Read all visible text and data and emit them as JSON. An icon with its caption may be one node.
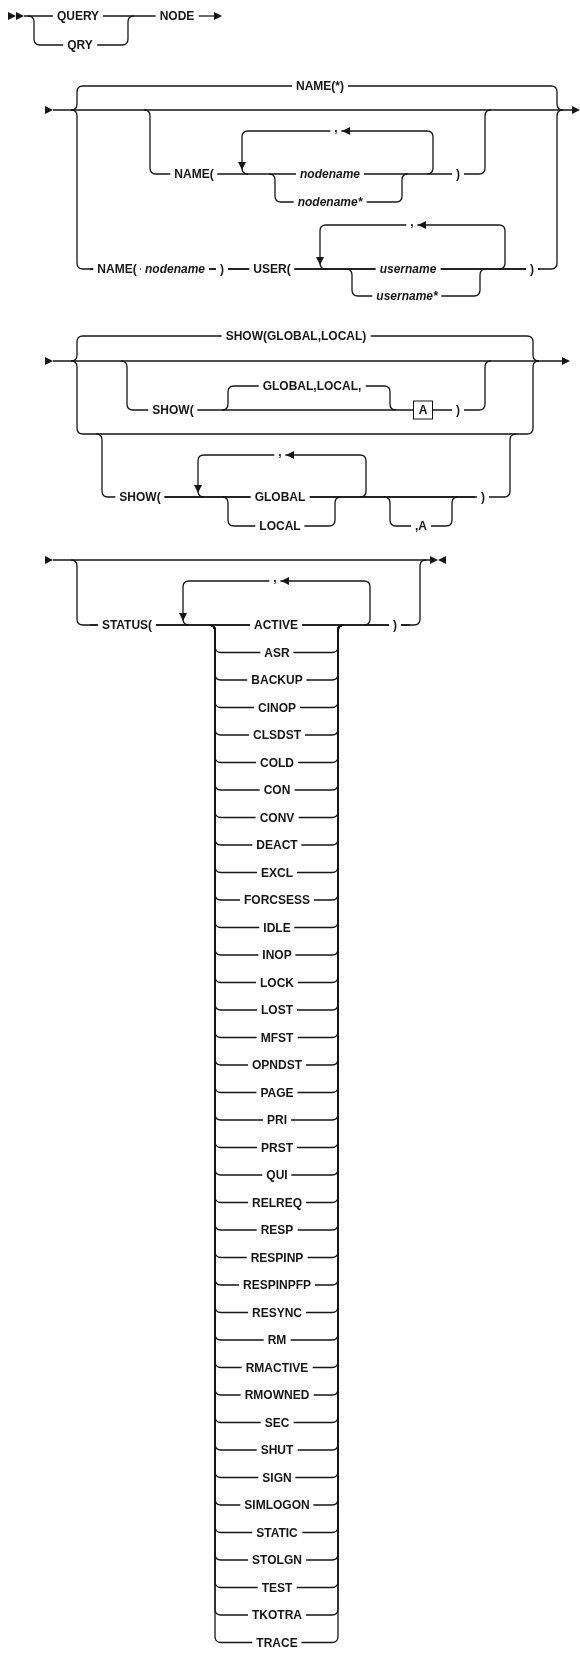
{
  "diagram": {
    "nodes": [
      {
        "text": [
          "A"
        ]
      }
    ],
    "labels": [
      "QUERY",
      "NODE",
      "QRY",
      "NAME(*)",
      ",",
      "NAME(",
      "nodename",
      ")",
      "nodename*",
      ",",
      "NAME(",
      "nodename",
      ")",
      "USER(",
      "username",
      ")",
      "username*",
      "SHOW(GLOBAL,LOCAL)",
      "GLOBAL,LOCAL,",
      "SHOW(",
      ")",
      ",",
      "SHOW(",
      "GLOBAL",
      ")",
      "LOCAL",
      ",A",
      ",",
      "STATUS(",
      "ACTIVE",
      ")",
      "ASR",
      "BACKUP",
      "CINOP",
      "CLSDST",
      "COLD",
      "CON",
      "CONV",
      "DEACT",
      "EXCL",
      "FORCSESS",
      "IDLE",
      "INOP",
      "LOCK",
      "LOST",
      "MFST",
      "OPNDST",
      "PAGE",
      "PRI",
      "PRST",
      "QUI",
      "RELREQ",
      "RESP",
      "RESPINP",
      "RESPINPFP",
      "RESYNC",
      "RM",
      "RMACTIVE",
      "RMOWNED",
      "SEC",
      "SHUT",
      "SIGN",
      "SIMLOGON",
      "STATIC",
      "STOLGN",
      "TEST",
      "TKOTRA",
      "TRACE"
    ]
  }
}
